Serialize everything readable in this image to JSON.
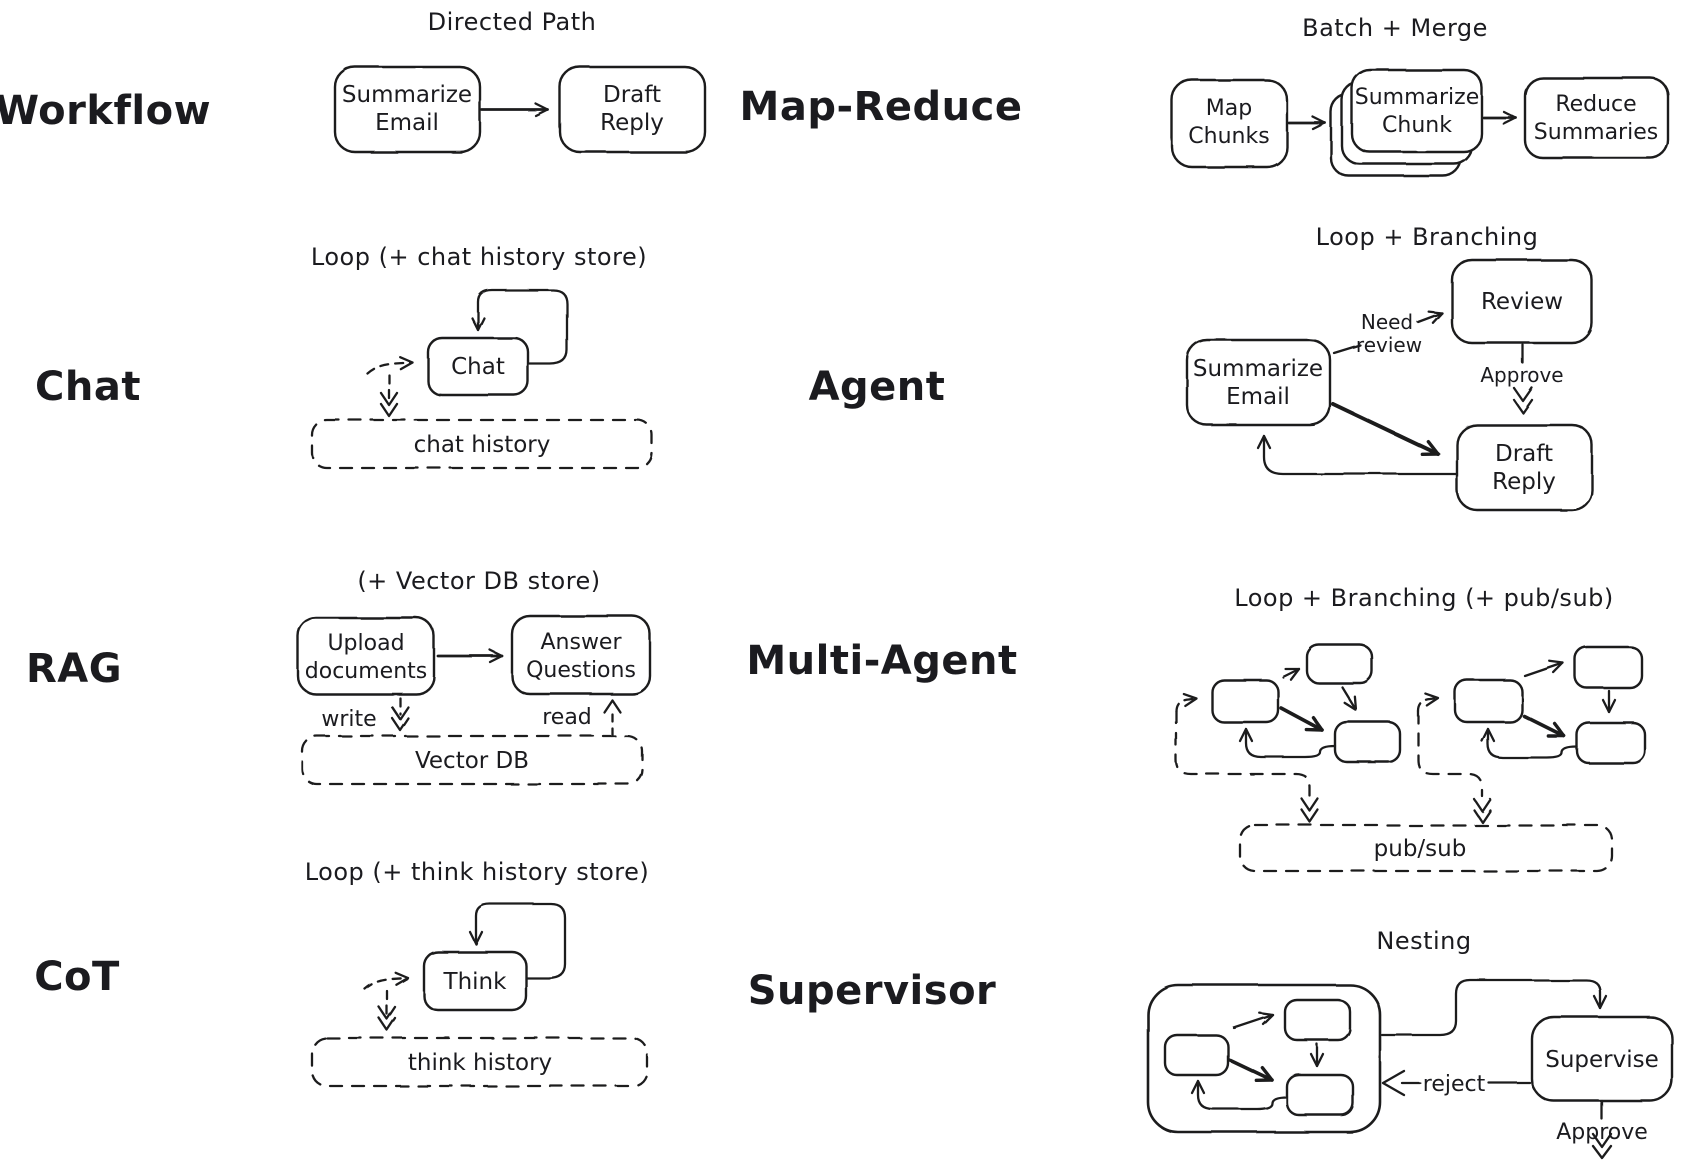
{
  "style": {
    "ink": "#1b1b1f",
    "background": "#ffffff"
  },
  "sections": {
    "workflow": {
      "label": "Workflow",
      "title": "Directed Path",
      "nodes": {
        "summarize_email": {
          "line1": "Summarize",
          "line2": "Email"
        },
        "draft_reply": {
          "line1": "Draft",
          "line2": "Reply"
        }
      }
    },
    "map_reduce": {
      "label": "Map-Reduce",
      "title": "Batch + Merge",
      "nodes": {
        "map_chunks": {
          "line1": "Map",
          "line2": "Chunks"
        },
        "summarize_chunk": {
          "line1": "Summarize",
          "line2": "Chunk"
        },
        "reduce_summaries": {
          "line1": "Reduce",
          "line2": "Summaries"
        }
      }
    },
    "chat": {
      "label": "Chat",
      "title": "Loop (+ chat history store)",
      "nodes": {
        "chat": "Chat"
      },
      "store": "chat history"
    },
    "agent": {
      "label": "Agent",
      "title": "Loop + Branching",
      "nodes": {
        "summarize_email": {
          "line1": "Summarize",
          "line2": "Email"
        },
        "review": "Review",
        "draft_reply": {
          "line1": "Draft",
          "line2": "Reply"
        }
      },
      "edges": {
        "need_review_line1": "Need",
        "need_review_line2": "review",
        "approve": "Approve"
      }
    },
    "rag": {
      "label": "RAG",
      "title": "(+ Vector DB store)",
      "nodes": {
        "upload_documents": {
          "line1": "Upload",
          "line2": "documents"
        },
        "answer_questions": {
          "line1": "Answer",
          "line2": "Questions"
        }
      },
      "edges": {
        "write": "write",
        "read": "read"
      },
      "store": "Vector DB"
    },
    "multi_agent": {
      "label": "Multi-Agent",
      "title": "Loop + Branching (+ pub/sub)",
      "store": "pub/sub"
    },
    "cot": {
      "label": "CoT",
      "title": "Loop (+ think history store)",
      "nodes": {
        "think": "Think"
      },
      "store": "think history"
    },
    "supervisor": {
      "label": "Supervisor",
      "title": "Nesting",
      "nodes": {
        "supervise": "Supervise"
      },
      "edges": {
        "reject": "reject",
        "approve": "Approve"
      }
    }
  }
}
